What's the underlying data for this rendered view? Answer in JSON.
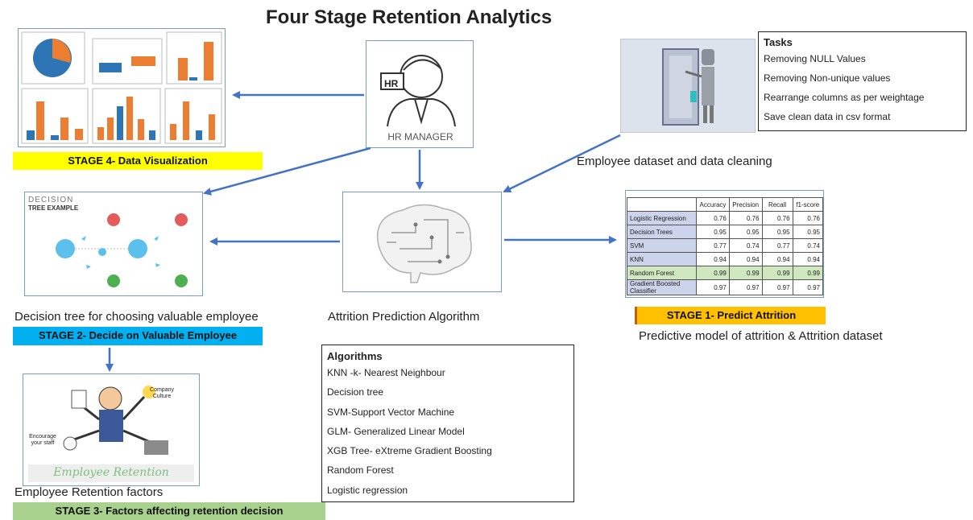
{
  "title": "Four Stage Retention Analytics",
  "hr": {
    "label": "HR MANAGER",
    "badge": "HR"
  },
  "tasks": {
    "heading": "Tasks",
    "items": [
      "Removing NULL Values",
      "Removing Non-unique values",
      "Rearrange columns as per weightage",
      "Save clean data in csv format"
    ]
  },
  "dataset_caption": "Employee dataset and data cleaning",
  "stage4": {
    "label": "STAGE 4- Data Visualization",
    "color": "#ffff00"
  },
  "decision_tree": {
    "header_line1": "DECISION",
    "header_line2": "TREE EXAMPLE",
    "caption": "Decision tree for choosing valuable employee"
  },
  "stage2": {
    "label": "STAGE 2- Decide on Valuable Employee",
    "color": "#00b0f0"
  },
  "brain_caption": "Attrition Prediction Algorithm",
  "metrics": {
    "headers": [
      "",
      "Accuracy",
      "Precision",
      "Recall",
      "f1-score"
    ],
    "rows": [
      {
        "name": "Logistic Regression",
        "values": [
          "0.76",
          "0.76",
          "0.76",
          "0.76"
        ]
      },
      {
        "name": "Decision Trees",
        "values": [
          "0.95",
          "0.95",
          "0.95",
          "0.95"
        ]
      },
      {
        "name": "SVM",
        "values": [
          "0.77",
          "0.74",
          "0.77",
          "0.74"
        ]
      },
      {
        "name": "KNN",
        "values": [
          "0.94",
          "0.94",
          "0.94",
          "0.94"
        ]
      },
      {
        "name": "Random Forest",
        "values": [
          "0.99",
          "0.99",
          "0.99",
          "0.99"
        ]
      },
      {
        "name": "Gradient Boosted Classifier",
        "values": [
          "0.97",
          "0.97",
          "0.97",
          "0.97"
        ]
      }
    ],
    "highlight_row": 4
  },
  "stage1": {
    "label": "STAGE 1- Predict Attrition",
    "color": "#ffc000"
  },
  "stage1_caption": "Predictive model of attrition & Attrition dataset",
  "algorithms": {
    "heading": "Algorithms",
    "items": [
      "KNN -k- Nearest Neighbour",
      "Decision tree",
      "SVM-Support Vector Machine",
      "GLM- Generalized Linear Model",
      "XGB Tree- eXtreme Gradient Boosting",
      "Random Forest",
      "Logistic regression"
    ]
  },
  "retention": {
    "badge_culture": "Company Culture",
    "badge_staff": "Encourage your staff",
    "banner": "Employee Retention",
    "caption": "Employee Retention factors"
  },
  "stage3": {
    "label": "STAGE 3- Factors affecting retention decision",
    "color": "#a9d18e"
  },
  "colors": {
    "arrow": "#4472c4",
    "bar_orange": "#ed7d31",
    "bar_blue": "#2e75b6"
  }
}
